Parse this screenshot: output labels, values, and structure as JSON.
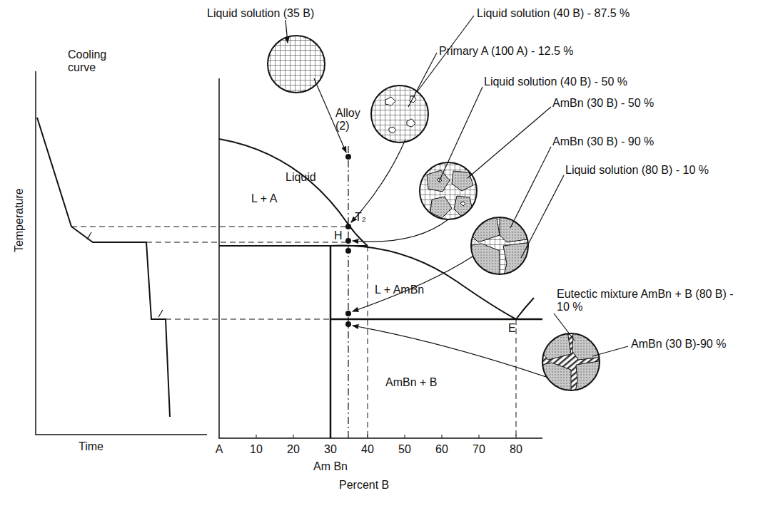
{
  "diagram": {
    "labels": [
      "Liquid solution (35 B)",
      "Cooling curve",
      "Alloy (2)",
      "Liquid solution (40 B) - 87.5 %",
      "Primary A (100 A) - 12.5 %",
      "Liquid solution (40 B) - 50 %",
      "AmBn (30 B) - 50 %",
      "AmBn (30 B) - 90 %",
      "Liquid solution (80 B) - 10 %",
      "Eutectic mixture AmBn + B (80 B) - 10 %",
      "AmBn (30 B)-90 %",
      "Liquid",
      "L + A",
      "T₂",
      "H",
      "L + AmBn",
      "E",
      "AmBn + B",
      "Temperature",
      "Time",
      "A",
      "10",
      "20",
      "30",
      "40",
      "50",
      "60",
      "70",
      "80",
      "Am Bn",
      "Percent B"
    ]
  }
}
